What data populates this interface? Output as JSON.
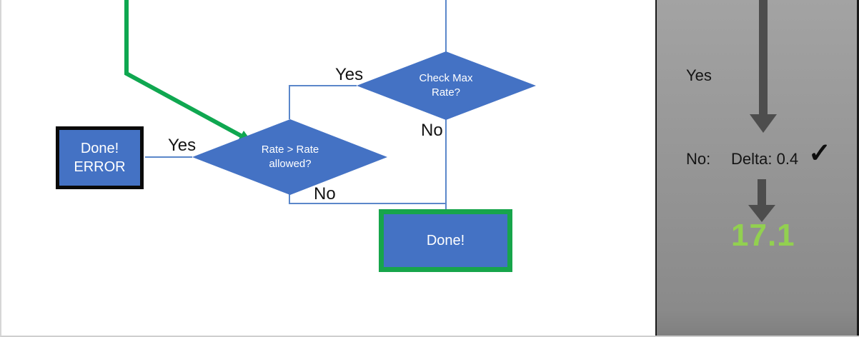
{
  "flowchart": {
    "check_max_diamond": {
      "line1": "Check Max",
      "line2": "Rate?"
    },
    "rate_diamond": {
      "line1": "Rate > Rate",
      "line2": "allowed?"
    },
    "done_error_box": {
      "line1": "Done!",
      "line2": "ERROR"
    },
    "done_box": {
      "label": "Done!"
    },
    "labels": {
      "yes_rate": "Yes",
      "yes_check_max": "Yes",
      "no_check_max": "No",
      "no_rate": "No"
    }
  },
  "panel": {
    "yes_label": "Yes",
    "no_label": "No:",
    "delta_label": "Delta: 0.4",
    "checkmark": "✓",
    "result_value": "17.1"
  },
  "colors": {
    "shape_blue": "#4472c4",
    "connector_blue": "#5b87ca",
    "flow_green": "#0fa750",
    "done_border_green": "#17a54b",
    "result_green": "#92d050",
    "arrow_gray": "#4d4d4d"
  }
}
